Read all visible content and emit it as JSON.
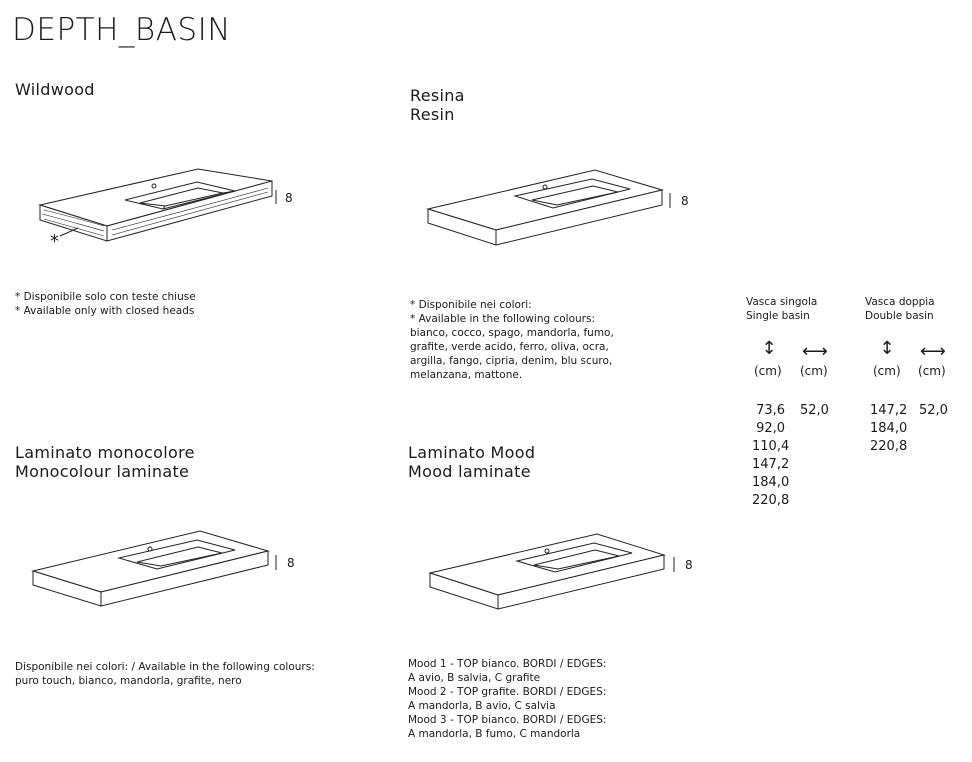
{
  "page_title": "DEPTH_BASIN",
  "sections": {
    "wildwood": {
      "title": [
        "Wildwood"
      ],
      "thickness": "8",
      "marker": "*",
      "notes": [
        "* Disponibile solo con teste chiuse",
        "* Available only with closed heads"
      ]
    },
    "resin": {
      "title": [
        "Resina",
        "Resin"
      ],
      "thickness": "8",
      "notes": [
        "* Disponibile nei colori:",
        "* Available in the following colours:",
        "bianco, cocco, spago, mandorla, fumo,",
        "grafite, verde acido, ferro, oliva, ocra,",
        "argilla, fango, cipria, denim, blu scuro,",
        "melanzana, mattone."
      ]
    },
    "monocolour": {
      "title": [
        "Laminato monocolore",
        "Monocolour laminate"
      ],
      "thickness": "8",
      "notes": [
        "Disponibile nei colori: / Available in the following colours:",
        "puro touch, bianco, mandorla, grafite, nero"
      ]
    },
    "mood": {
      "title": [
        "Laminato Mood",
        "Mood laminate"
      ],
      "thickness": "8",
      "notes": [
        "Mood 1 - TOP bianco. BORDI / EDGES:",
        "A avio, B salvia, C grafite",
        "Mood 2 - TOP grafite. BORDI / EDGES:",
        "A mandorla, B avio, C salvia",
        "Mood 3 - TOP bianco. BORDI / EDGES:",
        "A mandorla, B fumo, C mandorla"
      ]
    }
  },
  "dimensions": {
    "single": {
      "heading": [
        "Vasca singola",
        "Single basin"
      ],
      "length_icon": "vertical-arrow-icon",
      "depth_icon": "horizontal-arrow-icon",
      "length_unit": "(cm)",
      "depth_unit": "(cm)",
      "lengths": [
        "73,6",
        "92,0",
        "110,4",
        "147,2",
        "184,0",
        "220,8"
      ],
      "depth": "52,0"
    },
    "double": {
      "heading": [
        "Vasca doppia",
        "Double basin"
      ],
      "length_icon": "vertical-arrow-icon",
      "depth_icon": "horizontal-arrow-icon",
      "length_unit": "(cm)",
      "depth_unit": "(cm)",
      "lengths": [
        "147,2",
        "184,0",
        "220,8"
      ],
      "depth": "52,0"
    }
  },
  "icons": {
    "vertical": "↕",
    "horizontal": "⟷"
  }
}
